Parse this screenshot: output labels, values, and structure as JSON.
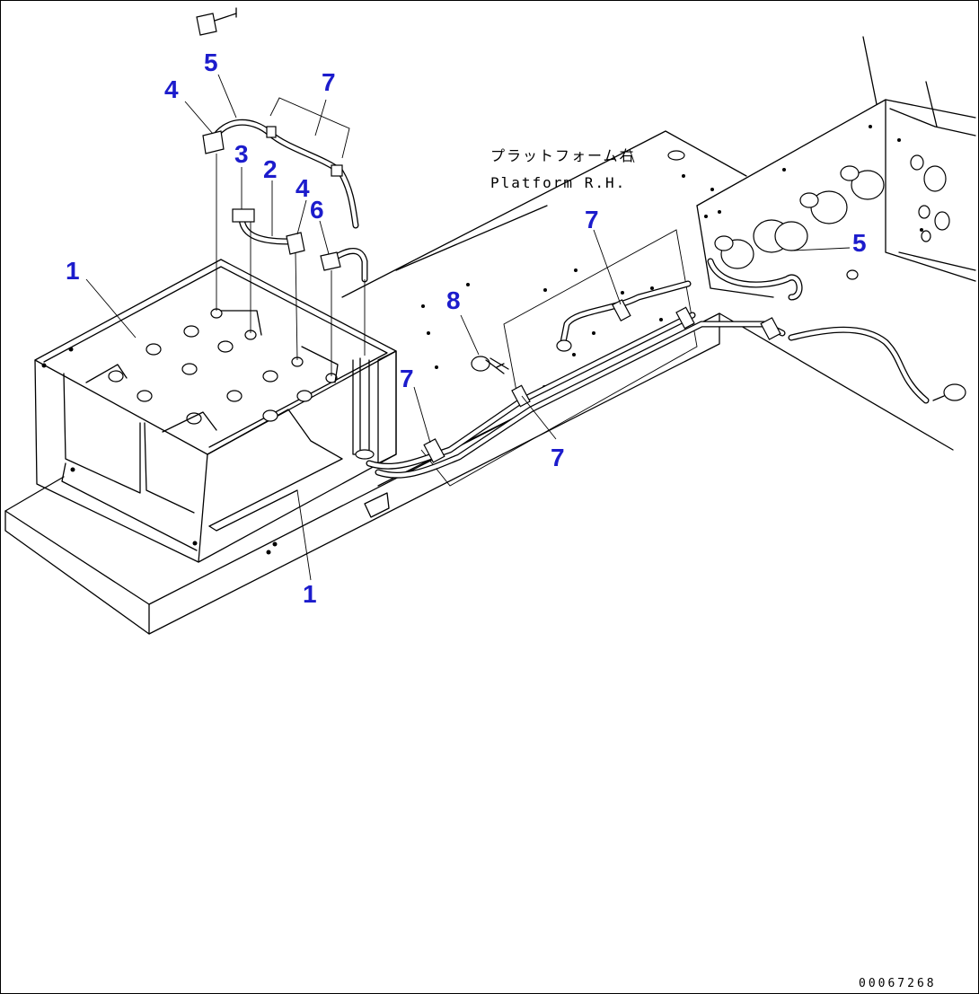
{
  "diagram": {
    "callouts": {
      "battery_top": "1",
      "battery_box": "1",
      "cable_2": "2",
      "cable_3": "3",
      "terminal_4_left": "4",
      "terminal_4_mid": "4",
      "cable_5_left": "5",
      "cable_5_right": "5",
      "terminal_6": "6",
      "clamp_7_top": "7",
      "clamp_7_mid_left": "7",
      "clamp_7_mid_top": "7",
      "clamp_7_mid_bottom": "7",
      "bolt_8": "8"
    },
    "platform_label_jp": "プラットフォーム右",
    "platform_label_en": "Platform R.H.",
    "drawing_code": "00067268"
  },
  "colors": {
    "callout": "#1c1ccc",
    "lines": "#000000",
    "background": "#ffffff"
  }
}
